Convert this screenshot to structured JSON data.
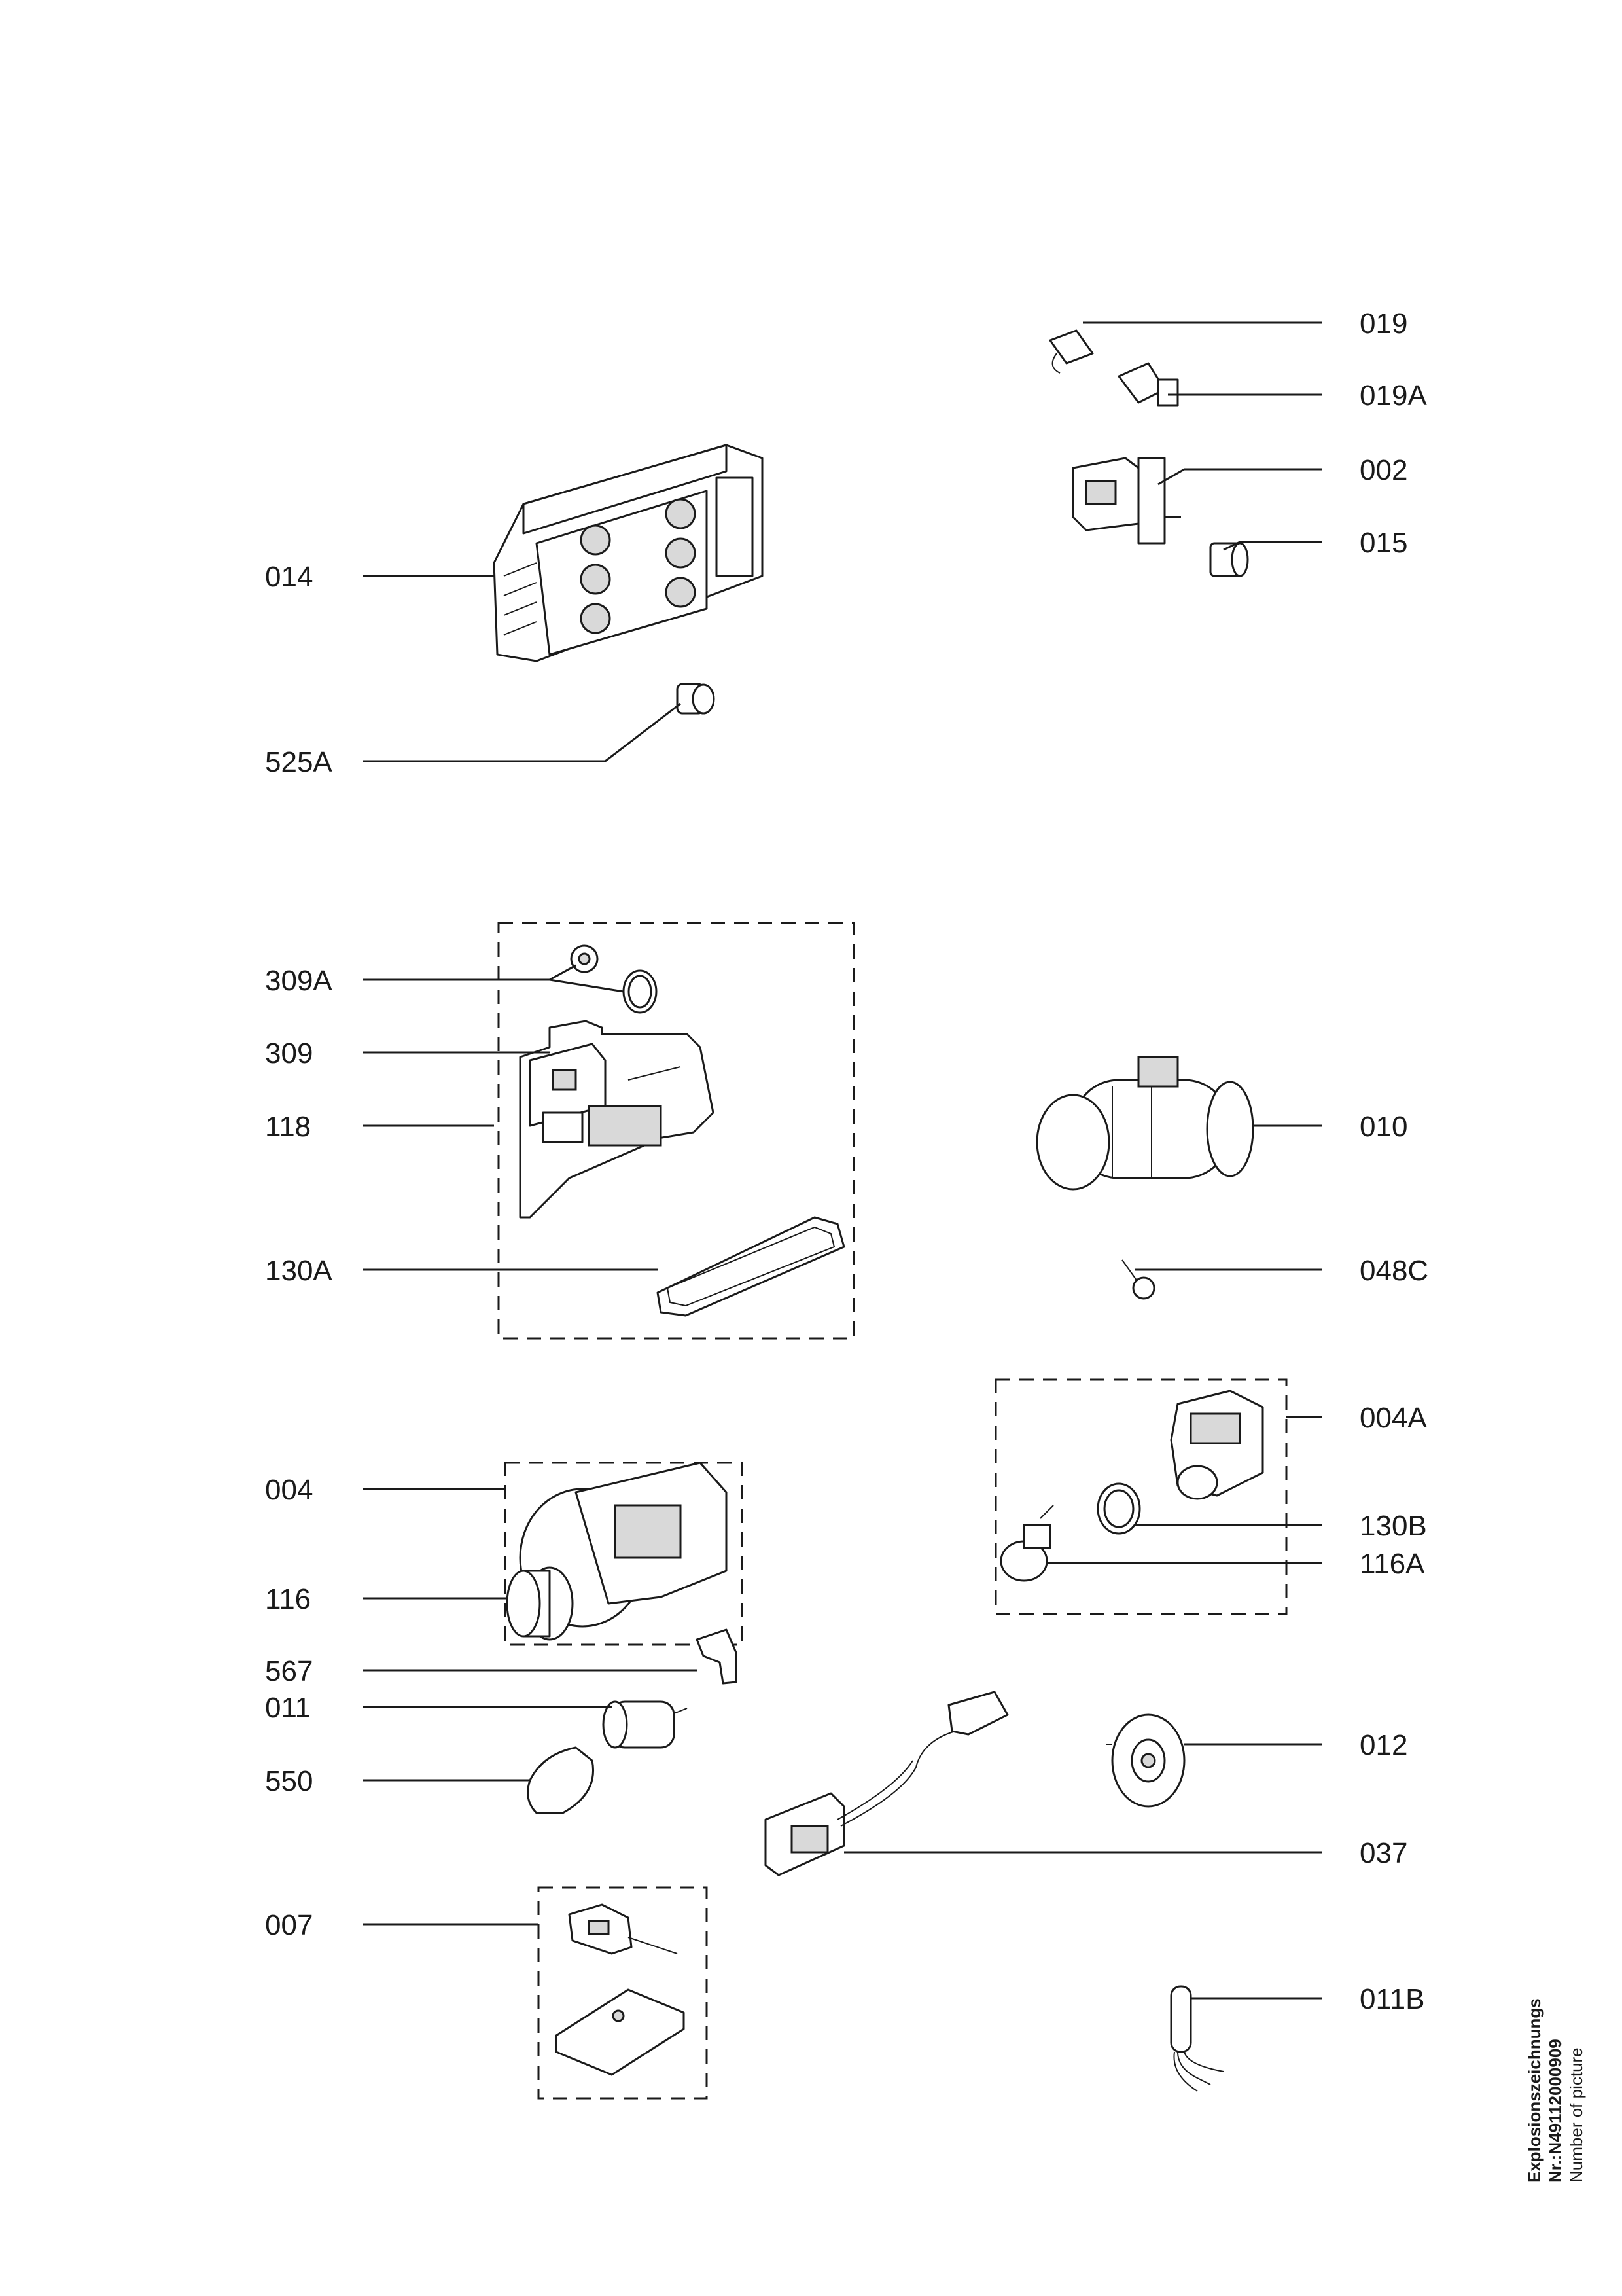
{
  "labels": {
    "l014": "014",
    "l525A": "525A",
    "l309A": "309A",
    "l309": "309",
    "l118": "118",
    "l130A": "130A",
    "l004": "004",
    "l116": "116",
    "l567": "567",
    "l011": "011",
    "l550": "550",
    "l007": "007",
    "l019": "019",
    "l019A": "019A",
    "l002": "002",
    "l015": "015",
    "l010": "010",
    "l048C": "048C",
    "l004A": "004A",
    "l130B": "130B",
    "l116A": "116A",
    "l012": "012",
    "l037": "037",
    "l011B": "011B"
  },
  "footer": {
    "line1": "Explosionszeichnungs",
    "line2": "Nr.:N49112000909",
    "line3": "Number of picture"
  }
}
